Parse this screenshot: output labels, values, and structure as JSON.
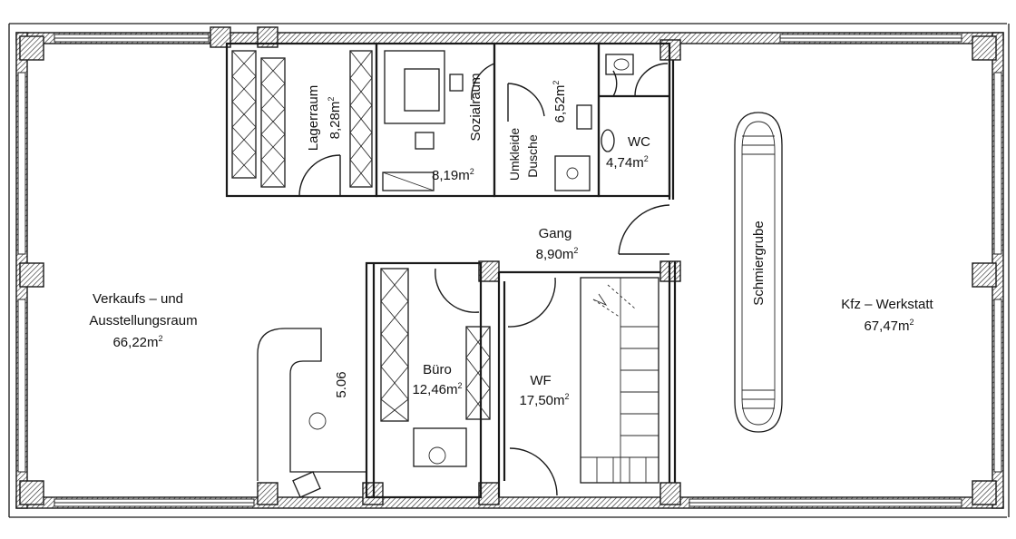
{
  "rooms": {
    "verkauf": {
      "name_line1": "Verkaufs – und",
      "name_line2": "Ausstellungsraum",
      "area": "66,22m",
      "unit_exp": "2"
    },
    "lager": {
      "name": "Lagerraum",
      "area": "8,28m",
      "unit_exp": "2"
    },
    "sozial": {
      "name": "Sozialraum",
      "area": "8,19m",
      "unit_exp": "2"
    },
    "umkleide": {
      "name_line1": "Umkleide",
      "name_line2": "Dusche",
      "area": "6,52m",
      "unit_exp": "2"
    },
    "wc": {
      "name": "WC",
      "area": "4,74m",
      "unit_exp": "2"
    },
    "gang": {
      "name": "Gang",
      "area": "8,90m",
      "unit_exp": "2"
    },
    "buero": {
      "name": "Büro",
      "area": "12,46m",
      "unit_exp": "2"
    },
    "wf": {
      "name": "WF",
      "area": "17,50m",
      "unit_exp": "2"
    },
    "werkstatt": {
      "name": "Kfz – Werkstatt",
      "area": "67,47m",
      "unit_exp": "2"
    },
    "schmiergrube": {
      "name": "Schmiergrube"
    }
  },
  "dimension": {
    "value": "5.06"
  }
}
